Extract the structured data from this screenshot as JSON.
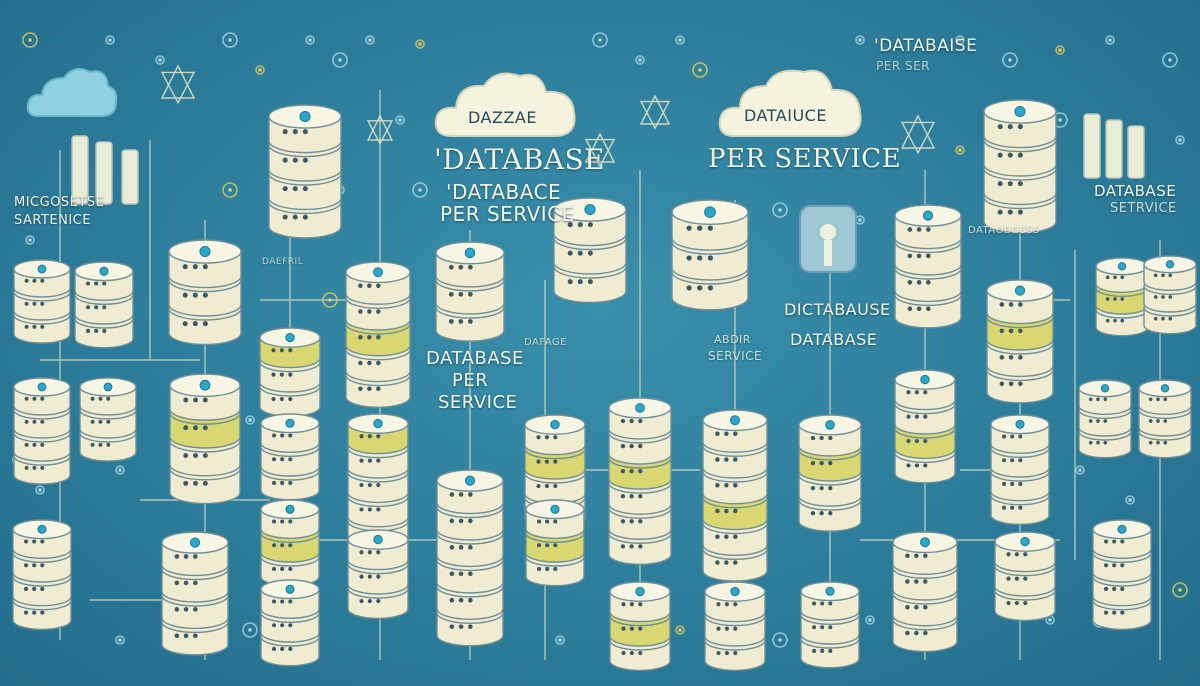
{
  "labels": {
    "cloud_left": "DAZZAE",
    "cloud_right": "DATAIUCE",
    "headline_a": "'DATABASE",
    "headline_b": "'DATABACE",
    "headline_c": "PER SERVICE",
    "headline_right": "PER SERVICE",
    "top_right_a": "'DATABAISE",
    "top_right_b": "PER SER",
    "left_a": "MICGOSETSE",
    "left_b": "SARTENICE",
    "right_a": "DATABASE",
    "right_b": "SETRVICE",
    "databgess": "DATAOBGESS",
    "dafeil": "DAEFRIL",
    "mid_a": "DATABASE",
    "mid_b": "PER",
    "mid_c": "SERVICE",
    "mid_small_a": "DAFAGE",
    "dictabause": "DICTABAUSE",
    "database_right": "DATABASE",
    "abdir": "ABDIR",
    "service_small": "SERVICE"
  },
  "colors": {
    "background": "#2c7d9b",
    "cylinder": "#f0ecd2",
    "cylinder_accent": "#d9d772",
    "cylinder_shadow": "#b9c7b9",
    "cap_dot": "#2aa7c9",
    "line": "#e9e8c8",
    "icon": "#a9d8e6",
    "icon_gold": "#e5cc5e"
  }
}
